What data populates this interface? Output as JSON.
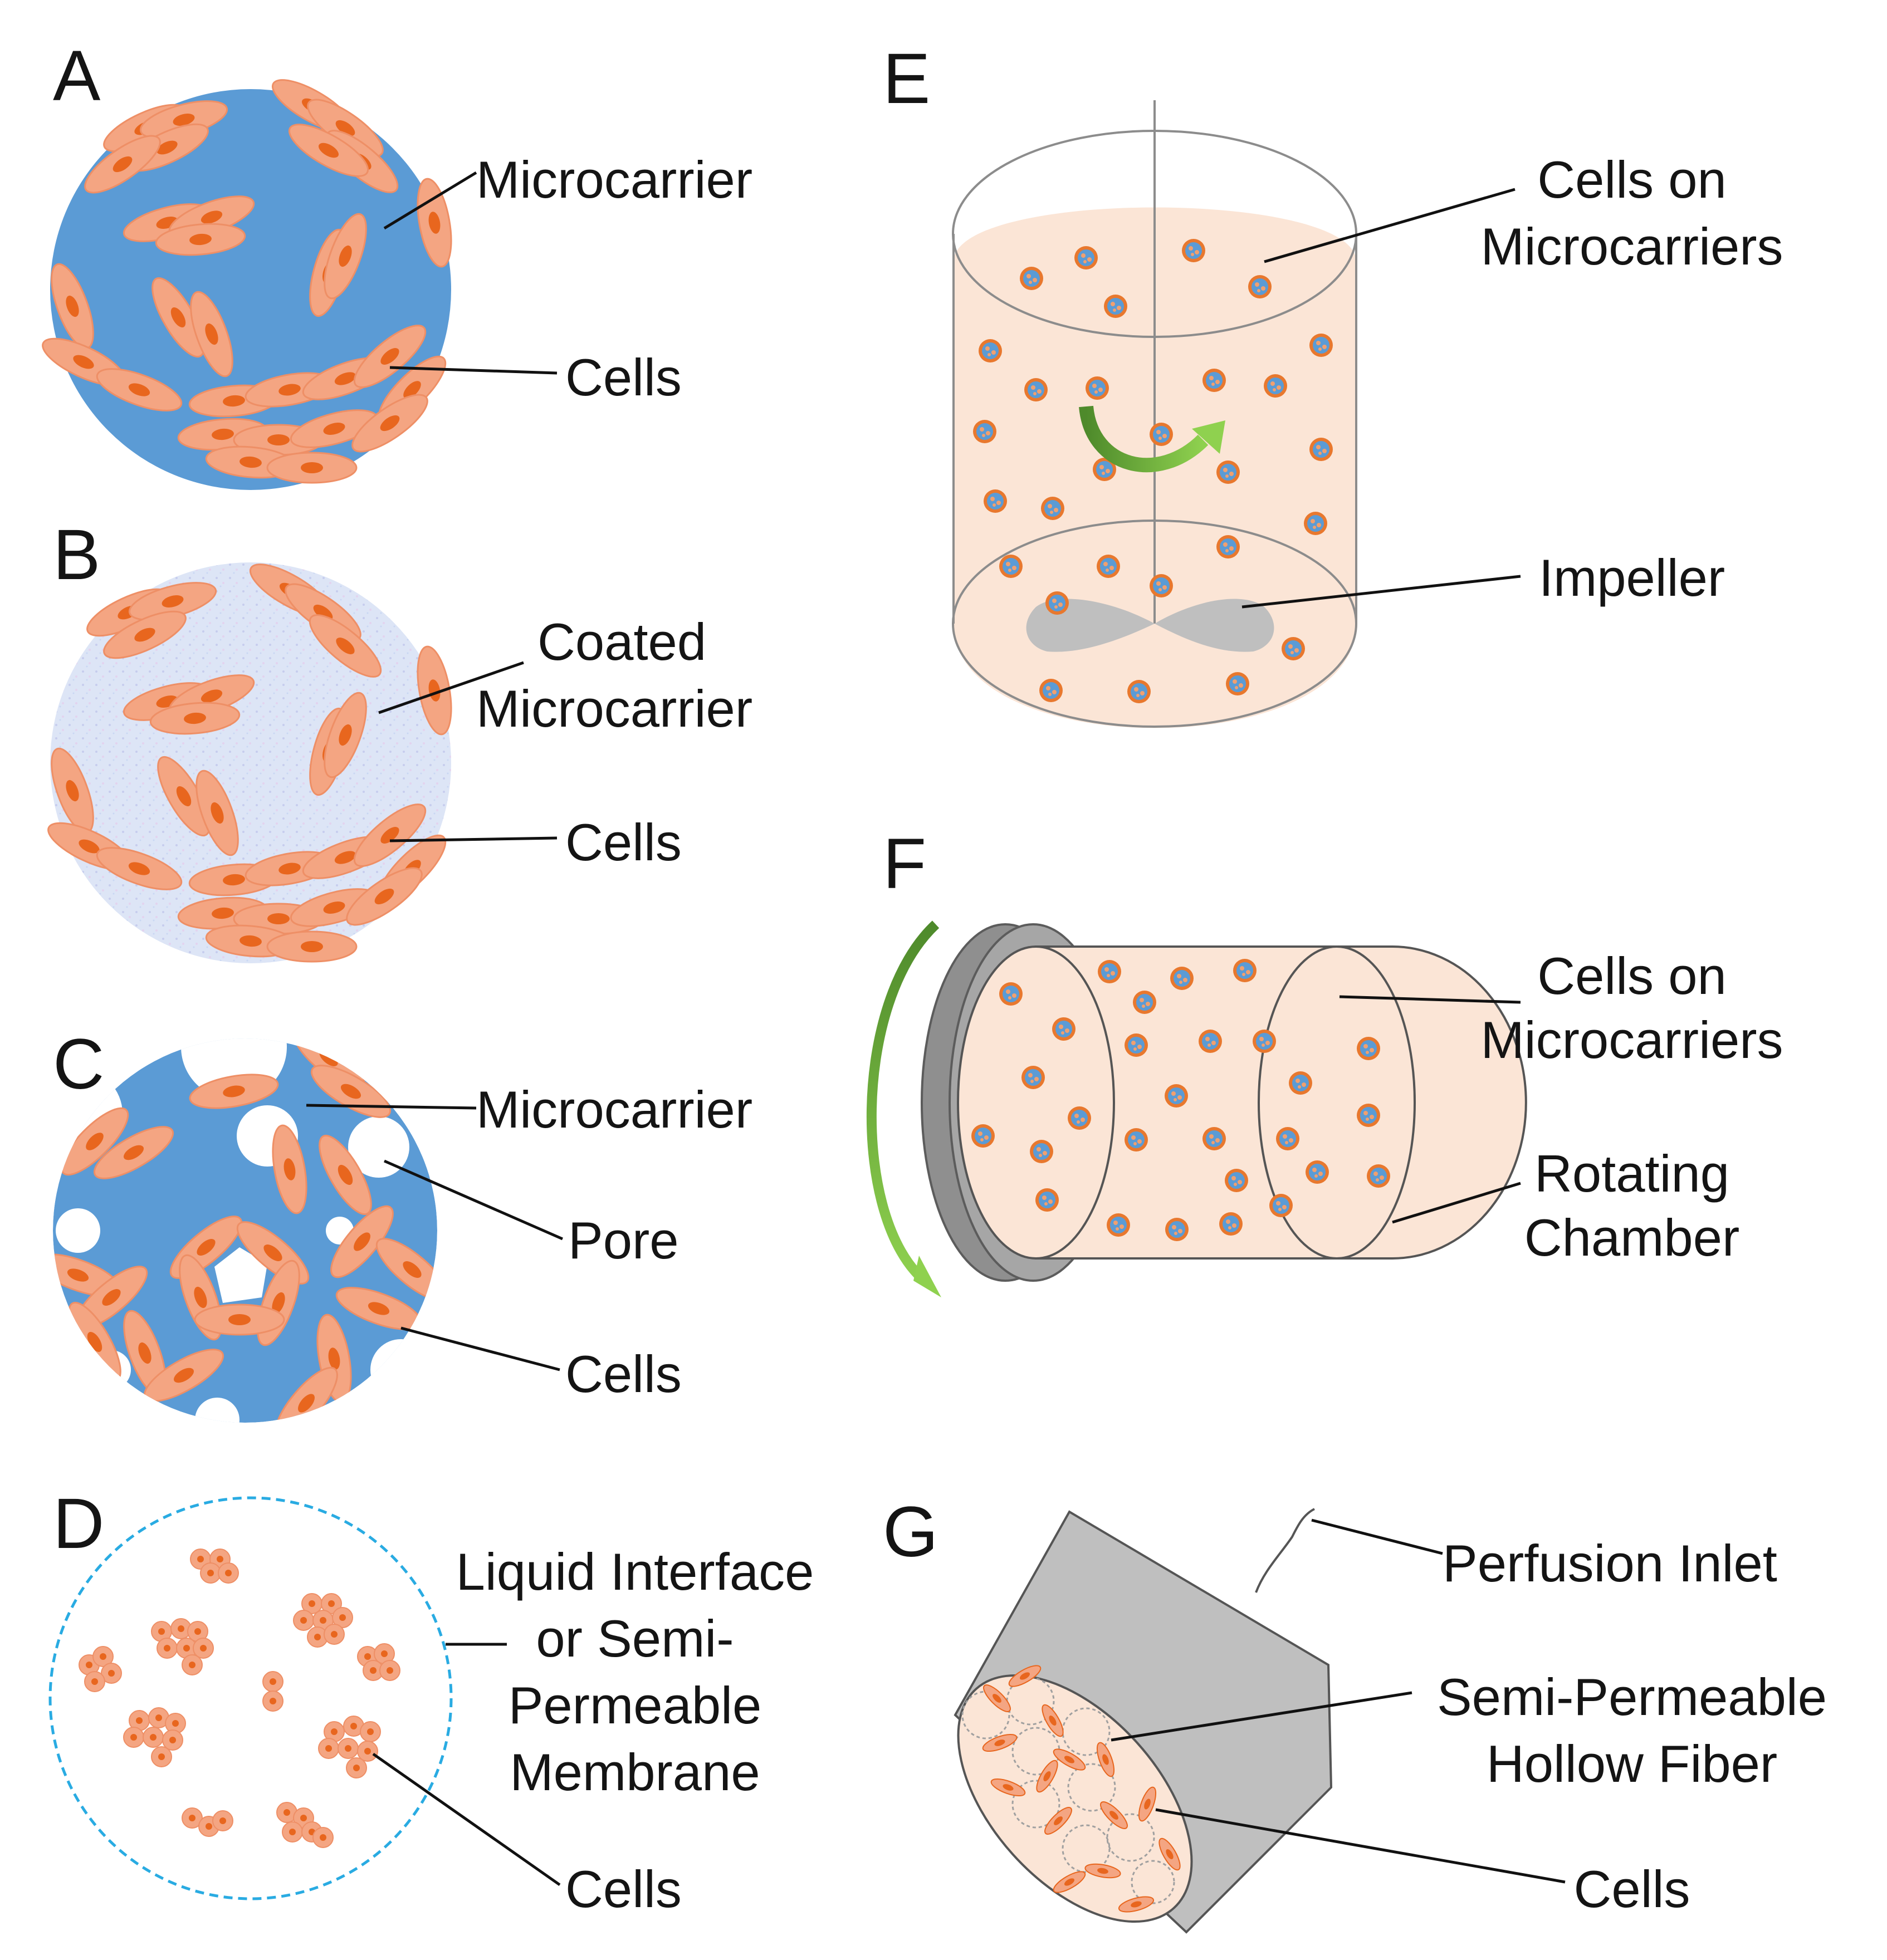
{
  "colors": {
    "microcarrier_blue": "#5b9bd5",
    "cell_body": "#f4a582",
    "cell_nucleus": "#e8661e",
    "coated_microcarrier": "#dfe6f7",
    "medium": "#fbe5d6",
    "gray_part": "#bfbfbf",
    "dark_gray": "#8f8f8f",
    "membrane_dashed": "#29abe2",
    "arrow_green": "#70b83e"
  },
  "panels": [
    {
      "letter": "A",
      "labels": [
        "Microcarrier",
        "Cells"
      ]
    },
    {
      "letter": "B",
      "labels": [
        "Coated",
        "Microcarrier",
        "Cells"
      ]
    },
    {
      "letter": "C",
      "labels": [
        "Microcarrier",
        "Pore",
        "Cells"
      ]
    },
    {
      "letter": "D",
      "labels": [
        "Liquid Interface",
        "or Semi-",
        "Permeable",
        "Membrane",
        "Cells"
      ]
    },
    {
      "letter": "E",
      "labels": [
        "Cells on",
        "Microcarriers",
        "Impeller"
      ]
    },
    {
      "letter": "F",
      "labels": [
        "Cells on",
        "Microcarriers",
        "Rotating",
        "Chamber"
      ]
    },
    {
      "letter": "G",
      "labels": [
        "Perfusion Inlet",
        "Semi-Permeable",
        "Hollow Fiber",
        "Cells"
      ]
    }
  ]
}
